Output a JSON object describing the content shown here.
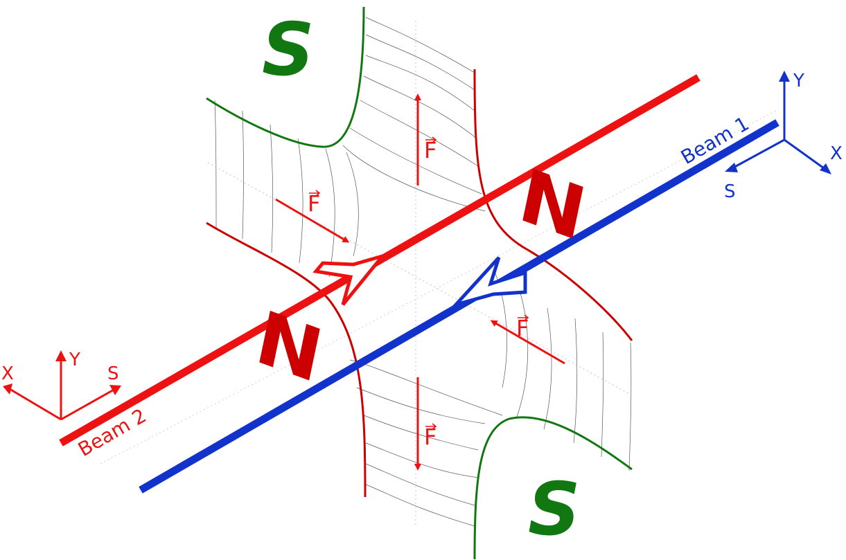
{
  "colors": {
    "beam1": "#1133cc",
    "beam2": "#ee1111",
    "pole_north": "#cc0000",
    "pole_south": "#117711",
    "field_lines": "#555555",
    "force": "#ee1111"
  },
  "poles": {
    "south_top": "S",
    "south_bottom": "S",
    "north_right": "N",
    "north_left": "N"
  },
  "forces": {
    "top": "F",
    "left": "F",
    "bottom": "F",
    "right": "F"
  },
  "beams": {
    "beam1_label": "Beam 1",
    "beam2_label": "Beam 2"
  },
  "axes_right": {
    "x": "X",
    "y": "Y",
    "s": "S"
  },
  "axes_left": {
    "x": "X",
    "y": "Y",
    "s": "S"
  }
}
